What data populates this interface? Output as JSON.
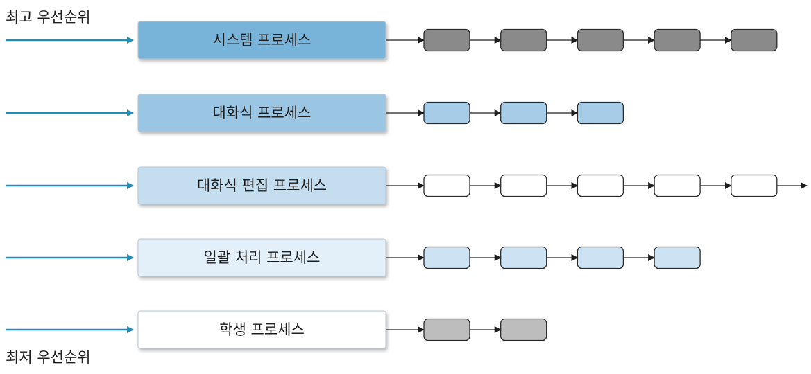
{
  "labels": {
    "highest_priority": "최고 우선순위",
    "lowest_priority": "최저 우선순위"
  },
  "colors": {
    "entry_arrow": "#1f8db6",
    "link_arrow": "#1e1e1e",
    "outline": "#2a2a2a"
  },
  "queues": [
    {
      "name": "시스템 프로세스",
      "queue_color": "#78b4da",
      "process_count": 5,
      "process_color": "#8a8a8a",
      "continues": false
    },
    {
      "name": "대화식 프로세스",
      "queue_color": "#9ac6e4",
      "process_count": 3,
      "process_color": "#a6cce8",
      "continues": false
    },
    {
      "name": "대화식 편집 프로세스",
      "queue_color": "#c4def0",
      "process_count": 5,
      "process_color": "#ffffff",
      "continues": true
    },
    {
      "name": "일괄 처리 프로세스",
      "queue_color": "#e4f0f9",
      "process_count": 4,
      "process_color": "#cde3f3",
      "continues": false
    },
    {
      "name": "학생 프로세스",
      "queue_color": "#ffffff",
      "process_count": 2,
      "process_color": "#bdbdbd",
      "continues": false
    }
  ]
}
